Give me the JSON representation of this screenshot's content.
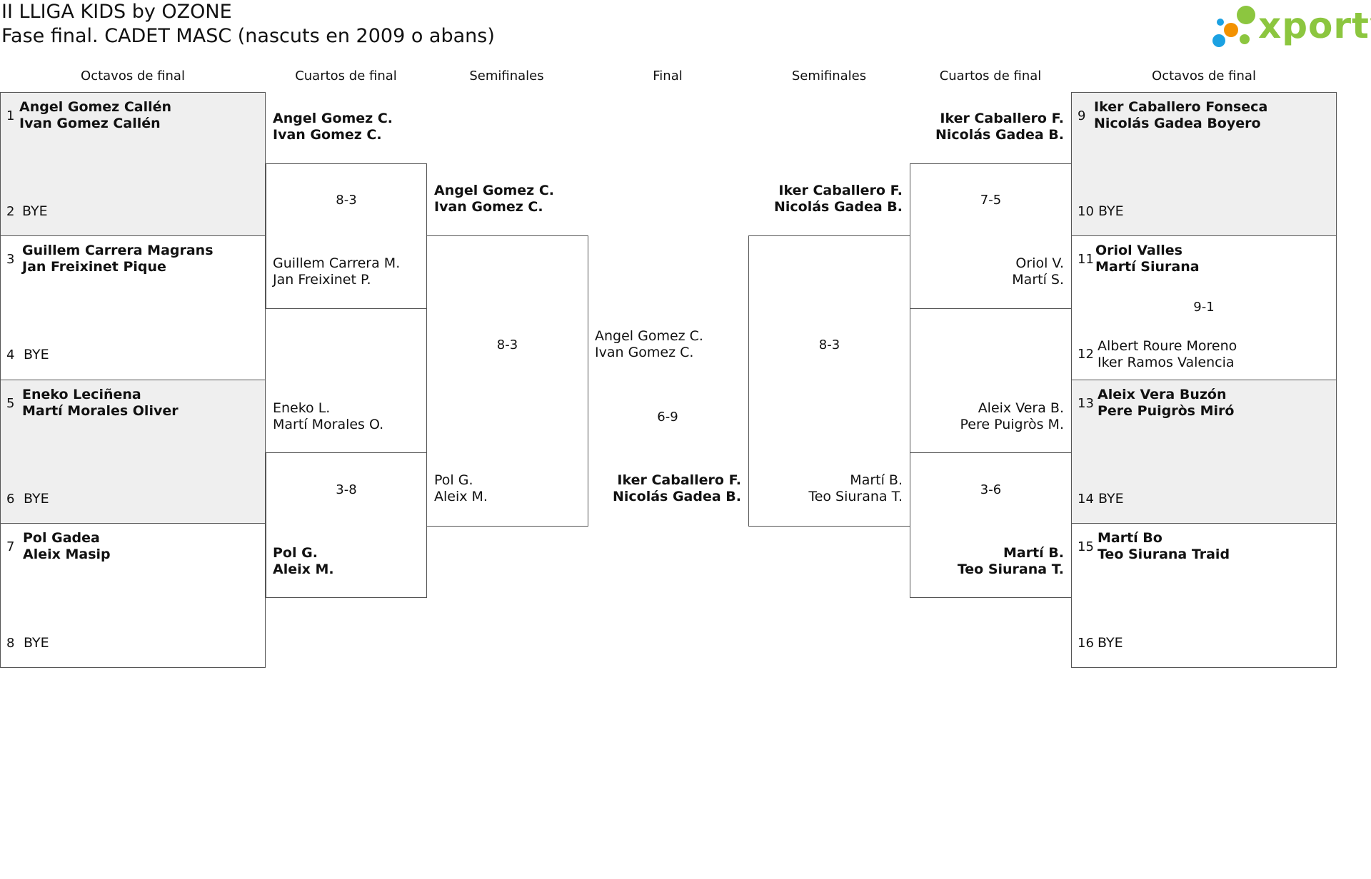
{
  "header": {
    "title": "II LLIGA KIDS by OZONE",
    "subtitle": "Fase final. CADET MASC (nascuts en 2009 o abans)",
    "logo_text": "xporty",
    "logo_colors": {
      "text": "#8cc63f",
      "green": "#8cc63f",
      "orange": "#f39200",
      "blue": "#1ba1e2"
    }
  },
  "columns": {
    "left_r16": "Octavos de final",
    "left_qf": "Cuartos de final",
    "left_sf": "Semifinales",
    "final": "Final",
    "right_sf": "Semifinales",
    "right_qf": "Cuartos de final",
    "right_r16": "Octavos de final"
  },
  "r16_left": [
    {
      "seed_a": "1",
      "a1": "Angel Gomez Callén",
      "a2": "Ivan Gomez Callén",
      "seed_b": "2",
      "b": "BYE"
    },
    {
      "seed_a": "3",
      "a1": "Guillem Carrera Magrans",
      "a2": "Jan Freixinet Pique",
      "seed_b": "4",
      "b": "BYE"
    },
    {
      "seed_a": "5",
      "a1": "Eneko Leciñena",
      "a2": "Martí Morales Oliver",
      "seed_b": "6",
      "b": "BYE"
    },
    {
      "seed_a": "7",
      "a1": "Pol Gadea",
      "a2": "Aleix Masip",
      "seed_b": "8",
      "b": "BYE"
    }
  ],
  "r16_right": [
    {
      "seed_a": "9",
      "a1": "Iker Caballero Fonseca",
      "a2": "Nicolás Gadea Boyero",
      "seed_b": "10",
      "b": "BYE"
    },
    {
      "seed_a": "11",
      "a1": "Oriol Valles",
      "a2": "Martí Siurana",
      "score": "9-1",
      "seed_b": "12",
      "b1": "Albert Roure Moreno",
      "b2": "Iker Ramos Valencia"
    },
    {
      "seed_a": "13",
      "a1": "Aleix Vera Buzón",
      "a2": "Pere Puigròs Miró",
      "seed_b": "14",
      "b": "BYE"
    },
    {
      "seed_a": "15",
      "a1": "Martí Bo",
      "a2": "Teo Siurana Traid",
      "seed_b": "16",
      "b": "BYE"
    }
  ],
  "qf_left": [
    {
      "a1": "Angel Gomez C.",
      "a2": "Ivan Gomez C.",
      "score": "8-3",
      "b1": "Guillem Carrera M.",
      "b2": "Jan Freixinet P."
    },
    {
      "a1": "Eneko L.",
      "a2": "Martí Morales O.",
      "score": "3-8",
      "b1": "Pol G.",
      "b2": "Aleix M."
    }
  ],
  "qf_right": [
    {
      "a1": "Iker Caballero F.",
      "a2": "Nicolás Gadea B.",
      "score": "7-5",
      "b1": "Oriol V.",
      "b2": "Martí S."
    },
    {
      "a1": "Aleix Vera B.",
      "a2": "Pere Puigròs M.",
      "score": "3-6",
      "b1": "Martí B.",
      "b2": "Teo Siurana T."
    }
  ],
  "sf_left": {
    "a1": "Angel Gomez C.",
    "a2": "Ivan Gomez C.",
    "score": "8-3",
    "b1": "Pol G.",
    "b2": "Aleix M."
  },
  "sf_right": {
    "a1": "Iker Caballero F.",
    "a2": "Nicolás Gadea B.",
    "score": "8-3",
    "b1": "Martí B.",
    "b2": "Teo Siurana T."
  },
  "final": {
    "a1": "Angel Gomez C.",
    "a2": "Ivan Gomez C.",
    "score": "6-9",
    "b1": "Iker Caballero F.",
    "b2": "Nicolás Gadea B."
  }
}
